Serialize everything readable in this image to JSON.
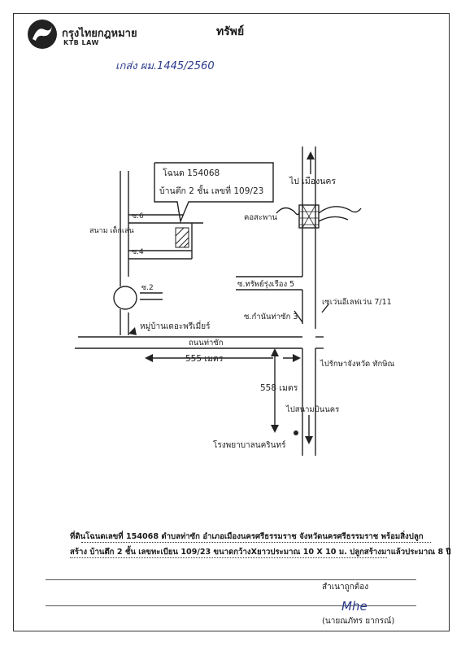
{
  "header": {
    "logo_thai": "กรุงไทยกฎหมาย",
    "logo_en": "KTB LAW",
    "doc_type": "ทรัพย์",
    "ref_note": "เกส่ง ผม.1445/2560"
  },
  "map": {
    "title_deed": "โฉนด 154068",
    "building": "บ้านตึก 2 ชั้น เลขที่ 109/23",
    "to_north": "ไป เมืองนคร",
    "bridge": "คอสะพาน",
    "soi6": "ซ.6",
    "soi4": "ซ.4",
    "soi2": "ซ.2",
    "roundabout": "สนาม เด็กเล่น",
    "village": "หมู่บ้านเดอะพรีเมี่ยร์",
    "soi_charoen": "ซ.ทรัพย์รุ่งเรือง 5",
    "soi_kamnan": "ซ.กำนันท่าซัก 3",
    "seven_eleven": "เซเว่นอีเลฟเว่น 7/11",
    "road": "ถนนท่าซัก",
    "dist1": "555 เมตร",
    "dist2": "558 เมตร",
    "to_south_east": "ไปรักษาจังหวัด ทักษิณ",
    "to_airport": "ไปสนามบินนคร",
    "school": "โรงพยาบาลนครินทร์"
  },
  "caption": {
    "line1": "ที่ดินโฉนดเลขที่ 154068 ตำบลท่าซัก อำเภอเมืองนครศรีธรรมราช จังหวัดนครศรีธรรมราช พร้อมสิ่งปลูก",
    "line2": "สร้าง บ้านตึก 2 ชั้น เลขทะเบียน 109/23 ขนาดกว้างXยาวประมาณ 10  X  10  ม.  ปลูกสร้างมาแล้วประมาณ 8 ปี"
  },
  "certify": {
    "label": "สำเนาถูกต้อง",
    "signature": "Mhe",
    "name": "(นายณภัทร ยากรณ์)"
  }
}
